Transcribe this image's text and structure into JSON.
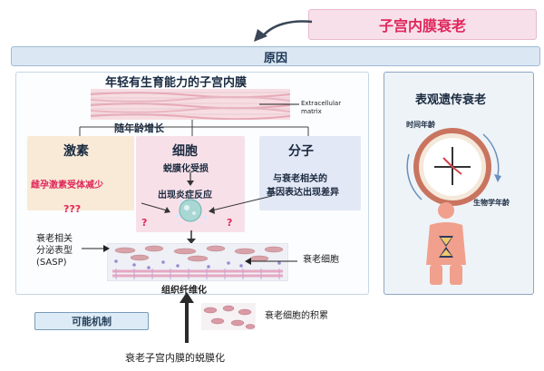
{
  "title": "子宫内膜衰老",
  "cause_label": "原因",
  "left": {
    "heading": "年轻有生育能力的子宫内膜",
    "ecm_label_line1": "Extracellular",
    "ecm_label_line2": "matrix",
    "age_label": "随年龄增长",
    "hormone": {
      "title": "激素",
      "line1": "雌孕激素受体减少",
      "unknown": "???"
    },
    "cell": {
      "title": "细胞",
      "line1": "蜕膜化受损",
      "line2": "出现炎症反应",
      "q_left": "?",
      "q_right": "?"
    },
    "molecule": {
      "title": "分子",
      "line1": "与衰老相关的",
      "line2": "基因表达出现差异"
    },
    "sasp_line1": "衰老相关",
    "sasp_line2": "分泌表型",
    "sasp_line3": "(SASP)",
    "senescent_cells": "衰老细胞",
    "fibrosis": "组织纤维化"
  },
  "right": {
    "heading": "表观遗传衰老",
    "chrono_age": "时间年龄",
    "bio_age": "生物学年龄"
  },
  "mechanism_label": "可能机制",
  "accumulation_label": "衰老细胞的积累",
  "bottom_label": "衰老子宫内膜的蜕膜化",
  "colors": {
    "title_text": "#e0285c",
    "hormone_text": "#e0285c",
    "cell_text": "#1a2a40",
    "molecule_text": "#1a2a40",
    "clock_ring": "#c9745f",
    "figure": "#f0a08c"
  }
}
